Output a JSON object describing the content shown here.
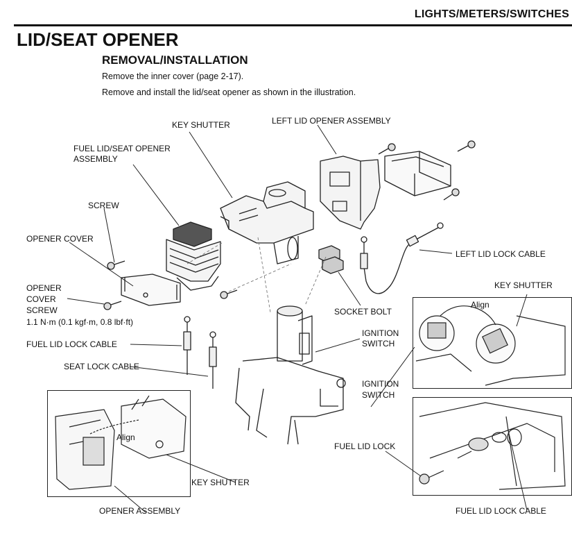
{
  "header": {
    "section": "LIGHTS/METERS/SWITCHES"
  },
  "title": "LID/SEAT OPENER",
  "subtitle": "REMOVAL/INSTALLATION",
  "instructions": [
    "Remove the inner cover (page 2-17).",
    "Remove and install the lid/seat opener as shown in the illustration."
  ],
  "labels": {
    "key_shutter_top": "KEY SHUTTER",
    "left_lid_opener_assembly": "LEFT LID OPENER ASSEMBLY",
    "fuel_lid_seat_opener_assembly_1": "FUEL LID/SEAT OPENER",
    "fuel_lid_seat_opener_assembly_2": "ASSEMBLY",
    "screw": "SCREW",
    "opener_cover": "OPENER COVER",
    "left_lid_lock_cable": "LEFT LID LOCK CABLE",
    "key_shutter_right": "KEY SHUTTER",
    "align_right": "Align",
    "opener_cover_screw_1": "OPENER",
    "opener_cover_screw_2": "COVER",
    "opener_cover_screw_3": "SCREW",
    "torque": "1.1 N·m (0.1 kgf·m, 0.8 lbf·ft)",
    "socket_bolt": "SOCKET BOLT",
    "ignition_switch_mid_1": "IGNITION",
    "ignition_switch_mid_2": "SWITCH",
    "fuel_lid_lock_cable_left": "FUEL LID LOCK CABLE",
    "seat_lock_cable": "SEAT LOCK CABLE",
    "ignition_switch_right_1": "IGNITION",
    "ignition_switch_right_2": "SWITCH",
    "fuel_lid_lock": "FUEL LID LOCK",
    "align_left": "Align",
    "key_shutter_bottom": "KEY SHUTTER",
    "opener_assembly": "OPENER ASSEMBLY",
    "fuel_lid_lock_cable_bottom": "FUEL LID LOCK CABLE"
  }
}
